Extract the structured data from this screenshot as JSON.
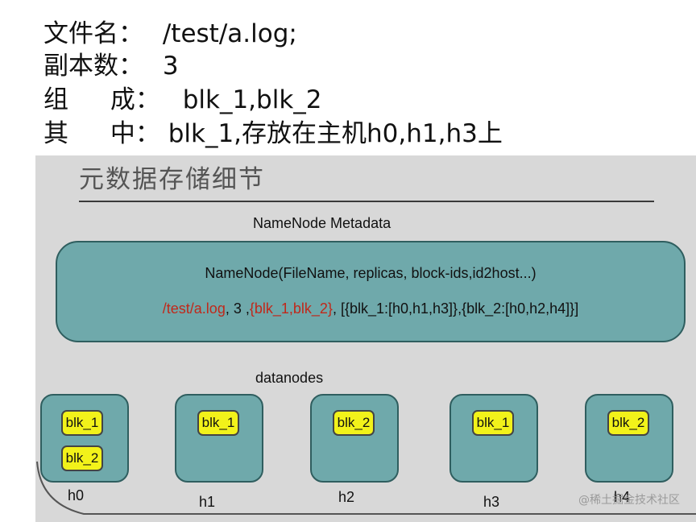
{
  "header": {
    "file_label": "文件名：",
    "file_value": "/test/a.log;",
    "replicas_label": "副本数：",
    "replicas_value": "3",
    "compose_label_1": "组",
    "compose_label_2": "成：",
    "compose_value": "blk_1,blk_2",
    "among_label_1": "其",
    "among_label_2": "中：",
    "among_value": "blk_1,存放在主机h0,h1,h3上"
  },
  "slide": {
    "title": "元数据存储细节",
    "namenode_heading": "NameNode Metadata",
    "meta_line1": "NameNode(FileName, replicas, block-ids,id2host...)",
    "meta_line2": {
      "path": "/test/a.log",
      "sep1": ", 3 ,",
      "blocks": "{blk_1,blk_2}",
      "mapping": ", [{blk_1:[h0,h1,h3]},{blk_2:[h0,h2,h4]}]"
    },
    "datanodes_heading": "datanodes",
    "nodes": [
      {
        "host": "h0",
        "blocks": [
          "blk_1",
          "blk_2"
        ]
      },
      {
        "host": "h1",
        "blocks": [
          "blk_1"
        ]
      },
      {
        "host": "h2",
        "blocks": [
          "blk_2"
        ]
      },
      {
        "host": "h3",
        "blocks": [
          "blk_1"
        ]
      },
      {
        "host": "h4",
        "blocks": [
          "blk_2"
        ]
      }
    ]
  },
  "watermark": "@稀土掘金技术社区",
  "colors": {
    "node_fill": "#6fa9ab",
    "block_fill": "#f2f21a",
    "highlight_red": "#c0281a",
    "slide_bg": "#d8d8d8"
  }
}
